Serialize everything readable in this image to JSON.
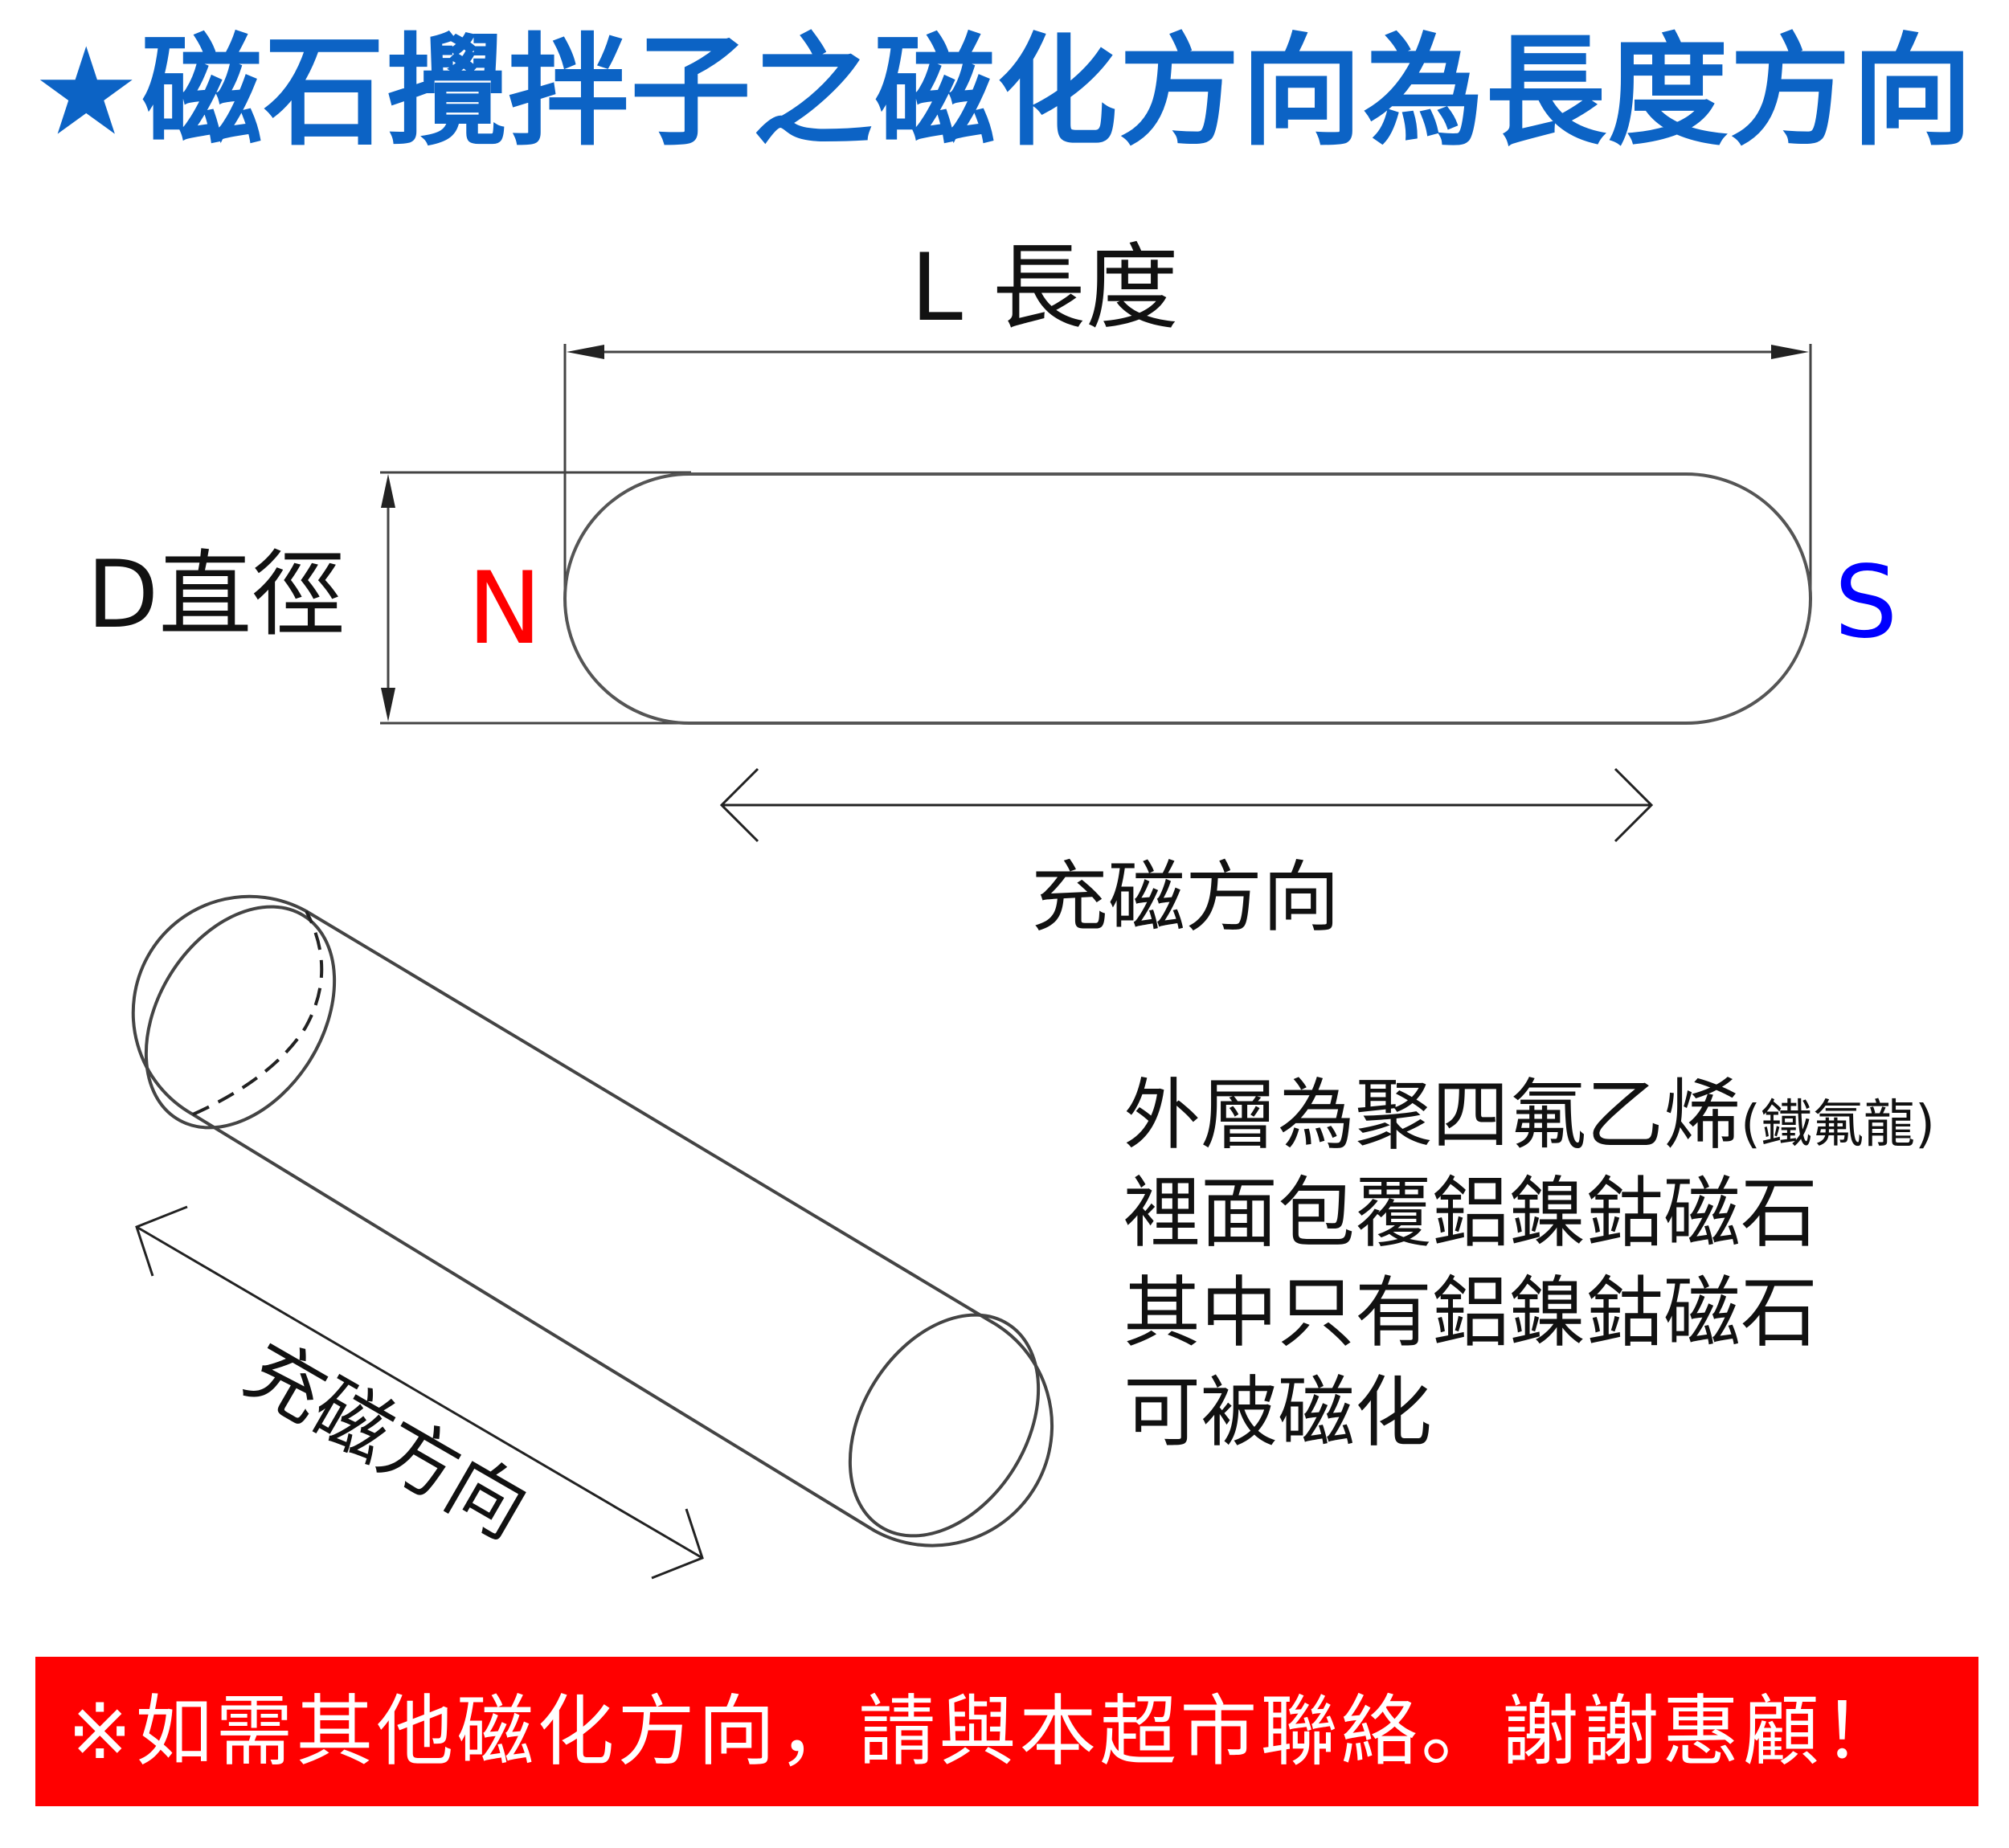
{
  "title": "★磁石攪拌子之磁化方向為長度方向",
  "labels": {
    "length": "L 長度",
    "diameter": "D直徑",
    "north": "N",
    "south": "S",
    "magnetize_direction": "充磁方向"
  },
  "description": {
    "line1": "外層為聚四氟乙烯",
    "line1_note": "(鐵氟龍)",
    "line2": "裡面包覆鋁鎳鈷磁石",
    "line3": "其中只有鋁鎳鈷磁石",
    "line4": "可被磁化"
  },
  "footer": "※如需其他磁化方向，請與本超市聯絡。謝謝惠顧！",
  "colors": {
    "title": "#0c63c5",
    "north": "#ff0000",
    "south": "#0000ff",
    "footer_bg": "#ff0000",
    "footer_text": "#ffffff"
  }
}
